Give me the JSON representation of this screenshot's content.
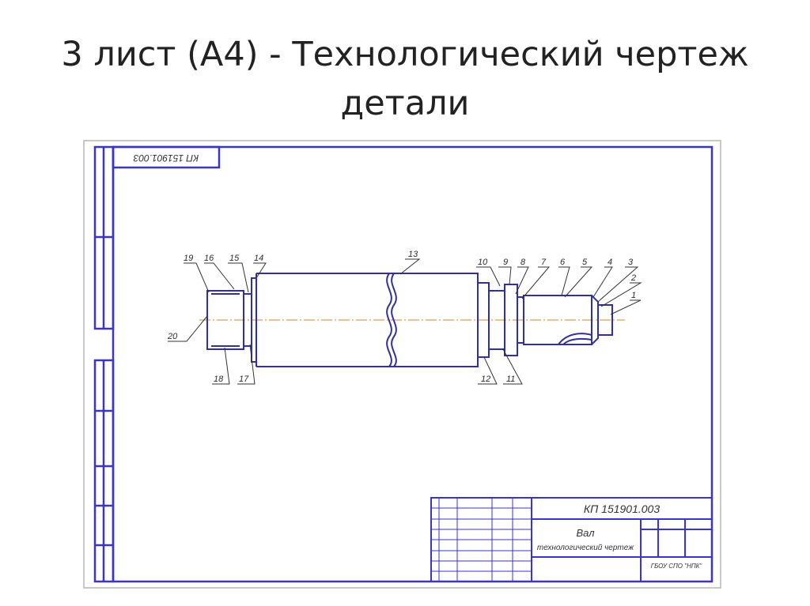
{
  "slide": {
    "title_line1": "3 лист (А4) - Технологический чертеж",
    "title_line2": "детали"
  },
  "drawing": {
    "corner_code": "КП 151901.003",
    "stamp_code": "КП 151901.003",
    "part_name": "Вал",
    "doc_type": "технологический чертеж",
    "organization": "ГБОУ СПО \"НПК\"",
    "frame_color": "#3a35c8",
    "part_outline_color": "#3030a0",
    "axis_color": "#d08a2a",
    "surface_labels": [
      "1",
      "2",
      "3",
      "4",
      "5",
      "6",
      "7",
      "8",
      "9",
      "10",
      "11",
      "12",
      "13",
      "14",
      "15",
      "16",
      "17",
      "18",
      "19",
      "20"
    ]
  }
}
